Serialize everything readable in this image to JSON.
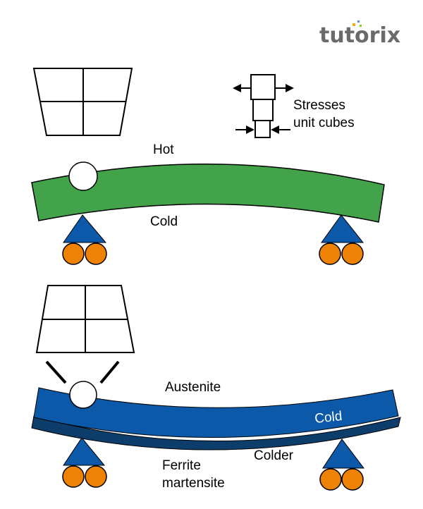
{
  "logo": {
    "text": "tutorix",
    "color": "#6b6b6b",
    "dot_colors": [
      "#f5a623",
      "#4a90e2",
      "#7ed321"
    ]
  },
  "legend": {
    "line1": "Stresses",
    "line2": "unit cubes"
  },
  "top_beam": {
    "color": "#43a34a",
    "label_top": "Hot",
    "label_bottom": "Cold"
  },
  "bottom_beam": {
    "color": "#0b59a8",
    "under_layer_color": "#0d3d6b",
    "label_top": "Austenite",
    "label_inside": "Cold",
    "label_under": "Colder",
    "label_bottom_line1": "Ferrite",
    "label_bottom_line2": "martensite"
  },
  "supports": {
    "triangle_color": "#0b59a8",
    "roller_color": "#ee8207"
  }
}
